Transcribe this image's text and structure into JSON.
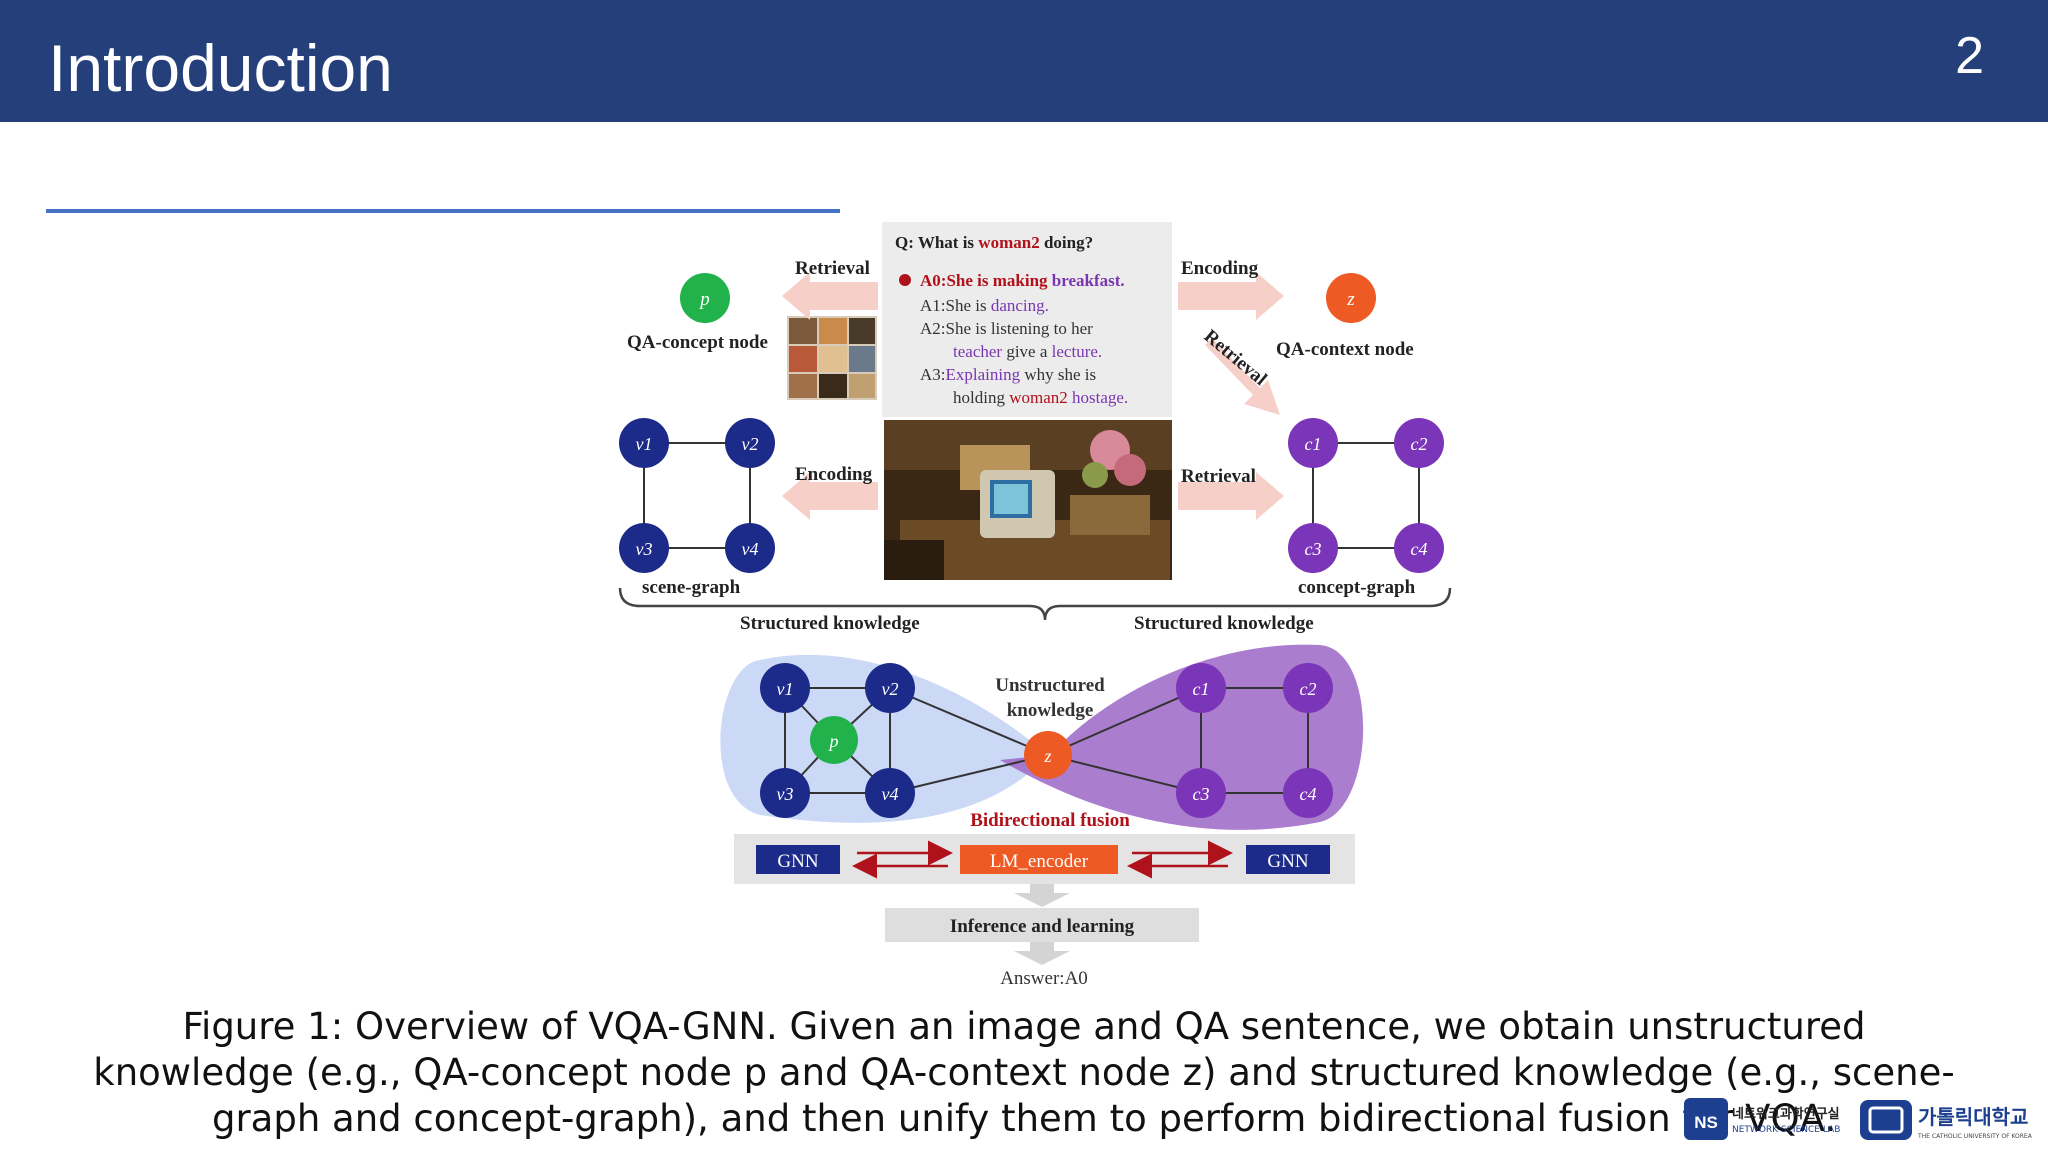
{
  "slide": {
    "title": "Introduction",
    "page_number": "2"
  },
  "figure": {
    "question": {
      "prefix": "Q: What is ",
      "entity": "woman2",
      "suffix": " doing?"
    },
    "answers": {
      "a0_prefix": "A0:She is making ",
      "a0_highlight": "breakfast.",
      "a1_prefix": "A1:She is ",
      "a1_highlight": "dancing.",
      "a2_line1": "A2:She is listening to her",
      "a2_word1": "teacher",
      "a2_mid": " give a ",
      "a2_word2": "lecture.",
      "a3_prefix": "A3:",
      "a3_highlight": "Explaining",
      "a3_suffix": " why she is",
      "a3_line2_prefix": "holding ",
      "a3_line2_word1": "woman2",
      "a3_line2_word2": " hostage."
    },
    "labels": {
      "retrieval": "Retrieval",
      "encoding": "Encoding",
      "qa_concept_node": "QA-concept node",
      "qa_context_node": "QA-context node",
      "scene_graph": "scene-graph",
      "concept_graph": "concept-graph",
      "structured_knowledge": "Structured knowledge",
      "unstructured_line1": "Unstructured",
      "unstructured_line2": "knowledge",
      "bidirectional_fusion": "Bidirectional fusion",
      "gnn": "GNN",
      "lm_encoder": "LM_encoder",
      "inference": "Inference and learning",
      "answer": "Answer:A0"
    },
    "nodes": {
      "p": "p",
      "z": "z",
      "v1": "v1",
      "v2": "v2",
      "v3": "v3",
      "v4": "v4",
      "c1": "c1",
      "c2": "c2",
      "c3": "c3",
      "c4": "c4"
    },
    "colors": {
      "header": "#253f7b",
      "scene_node": "#1c2a8a",
      "concept_node": "#7b35b8",
      "p_node": "#22b24c",
      "z_node": "#ee5a24",
      "gnn_box": "#1c2a8a",
      "lm_box": "#ee5a24",
      "red_text": "#b0121b",
      "purple_text": "#7a36b0"
    }
  },
  "caption": "Figure 1: Overview of VQA-GNN. Given an image and QA sentence, we obtain unstructured knowledge (e.g., QA-concept node p and QA-context node z) and structured knowledge (e.g., scene-graph and concept-graph), and then unify them to perform bidirectional fusion for VQA.",
  "logos": {
    "lab_name_kr": "네트워크과학연구실",
    "lab_name_en": "NETWORK SCIENCE LAB",
    "lab_mark": "NS",
    "univ_name_kr": "가톨릭대학교",
    "univ_name_en": "THE CATHOLIC UNIVERSITY OF KOREA"
  }
}
